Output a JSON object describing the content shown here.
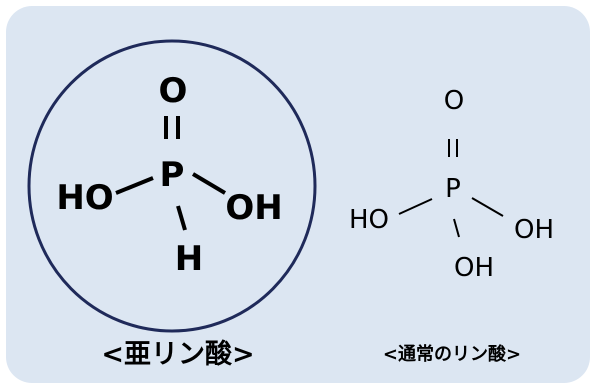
{
  "phosphorous_acid": {
    "caption": "<亜リン酸>",
    "atoms": {
      "o_top": "O",
      "p_center": "P",
      "ho_left": "HO",
      "oh_right": "OH",
      "h_bottom": "H"
    }
  },
  "phosphoric_acid": {
    "caption": "<通常のリン酸>",
    "atoms": {
      "o_top": "O",
      "p_center": "P",
      "ho_left": "HO",
      "oh_right": "OH",
      "oh_bottom": "OH"
    }
  },
  "colors": {
    "panel_background": "#dce6f2",
    "circle_stroke": "#1f2a5a"
  }
}
